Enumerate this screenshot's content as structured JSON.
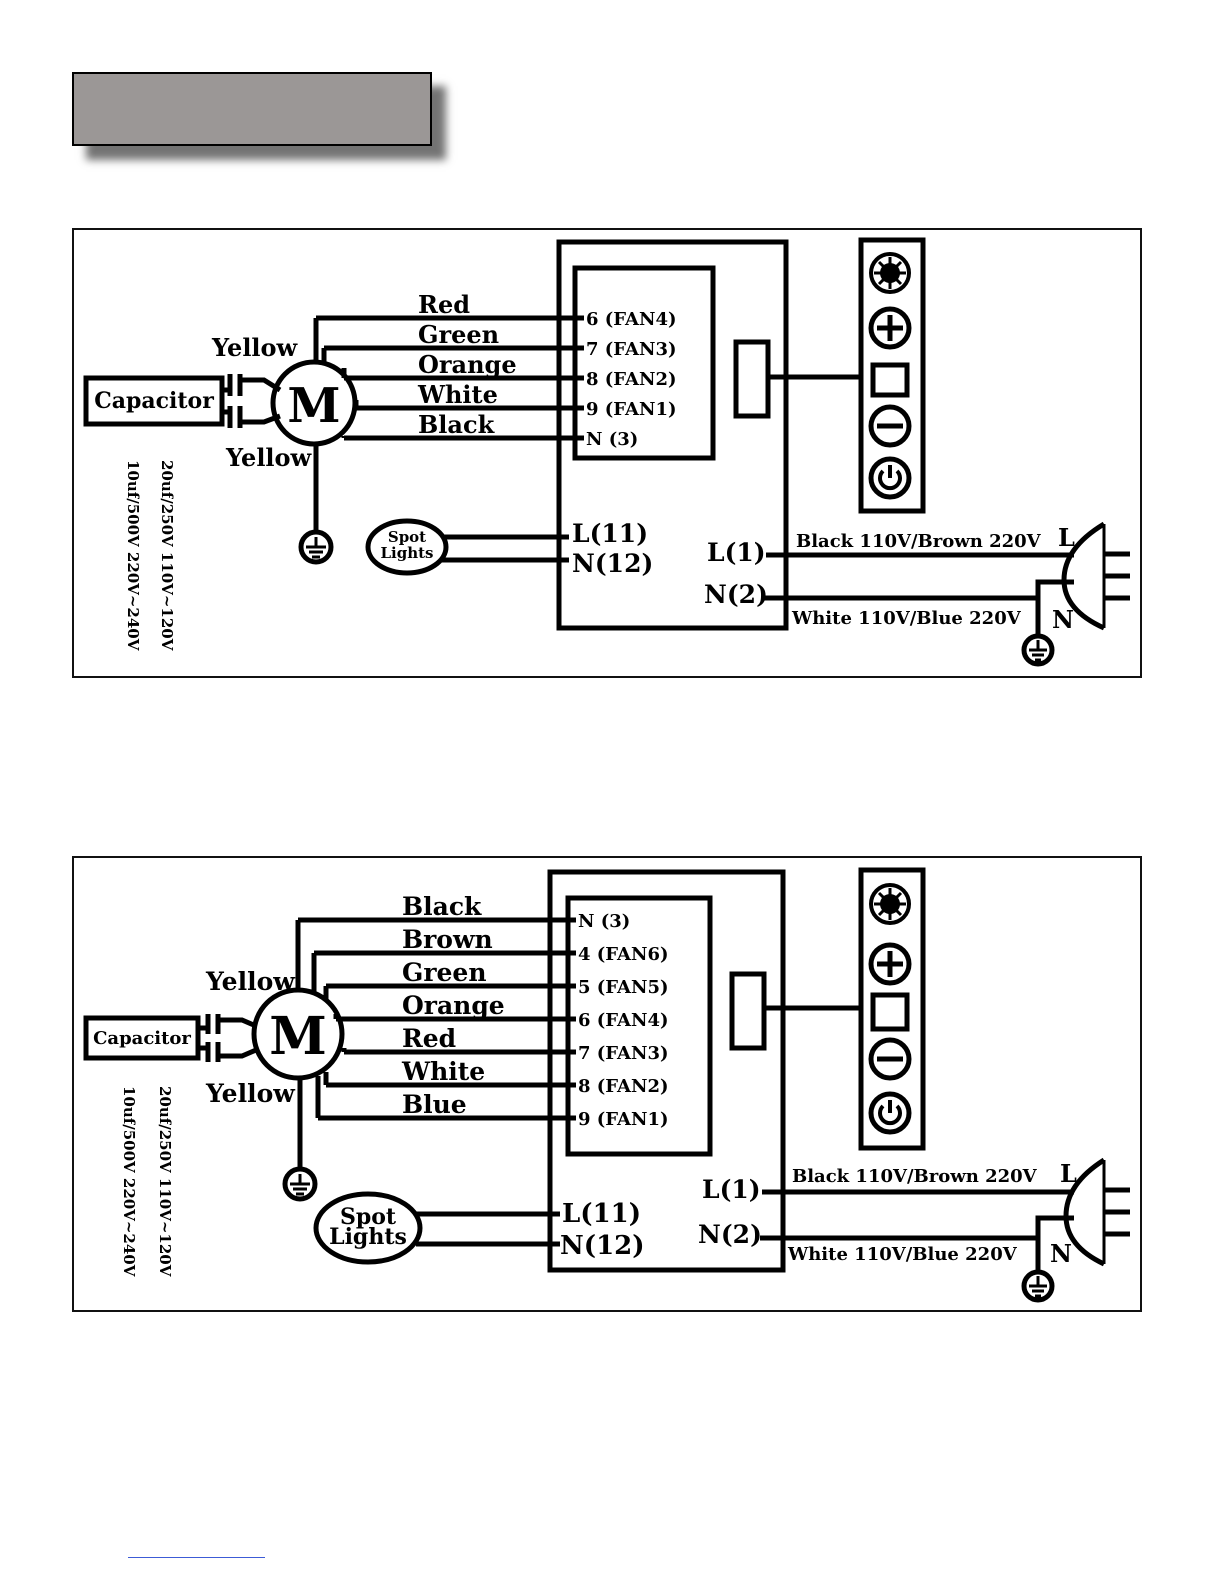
{
  "panel_1": {
    "wires": [
      {
        "color": "Red",
        "terminal": "6 (FAN4)"
      },
      {
        "color": "Green",
        "terminal": "7 (FAN3)"
      },
      {
        "color": "Orange",
        "terminal": "8 (FAN2)"
      },
      {
        "color": "White",
        "terminal": "9 (FAN1)"
      },
      {
        "color": "Black",
        "terminal": "N (3)"
      }
    ],
    "motor_label": "M",
    "capacitor_label": "Capacitor",
    "yellow_top": "Yellow",
    "yellow_bottom": "Yellow",
    "cap_spec_left": "10uf/500V  220V~240V",
    "cap_spec_right": "20uf/250V  110V~120V",
    "spot_line1": "Spot",
    "spot_line2": "Lights",
    "l11": "L(11)",
    "n12": "N(12)",
    "l1": "L(1)",
    "n2": "N(2)",
    "supply_l": "Black 110V/Brown 220V",
    "supply_n": "White 110V/Blue 220V",
    "plug_l": "L",
    "plug_n": "N"
  },
  "panel_2": {
    "wires": [
      {
        "color": "Black",
        "terminal": "N (3)"
      },
      {
        "color": "Brown",
        "terminal": "4 (FAN6)"
      },
      {
        "color": "Green",
        "terminal": "5 (FAN5)"
      },
      {
        "color": "Orange",
        "terminal": "6 (FAN4)"
      },
      {
        "color": "Red",
        "terminal": "7 (FAN3)"
      },
      {
        "color": "White",
        "terminal": "8 (FAN2)"
      },
      {
        "color": "Blue",
        "terminal": "9 (FAN1)"
      }
    ],
    "motor_label": "M",
    "capacitor_label": "Capacitor",
    "yellow_top": "Yellow",
    "yellow_bottom": "Yellow",
    "cap_spec_left": "10uf/500V  220V~240V",
    "cap_spec_right": "20uf/250V  110V~120V",
    "spot_line1": "Spot",
    "spot_line2": "Lights",
    "l11": "L(11)",
    "n12": "N(12)",
    "l1": "L(1)",
    "n2": "N(2)",
    "supply_l": "Black 110V/Brown 220V",
    "supply_n": "White 110V/Blue 220V",
    "plug_l": "L",
    "plug_n": "N"
  },
  "control_icons": [
    "fan-speed-icon",
    "plus-icon",
    "square-icon",
    "minus-icon",
    "power-icon"
  ]
}
